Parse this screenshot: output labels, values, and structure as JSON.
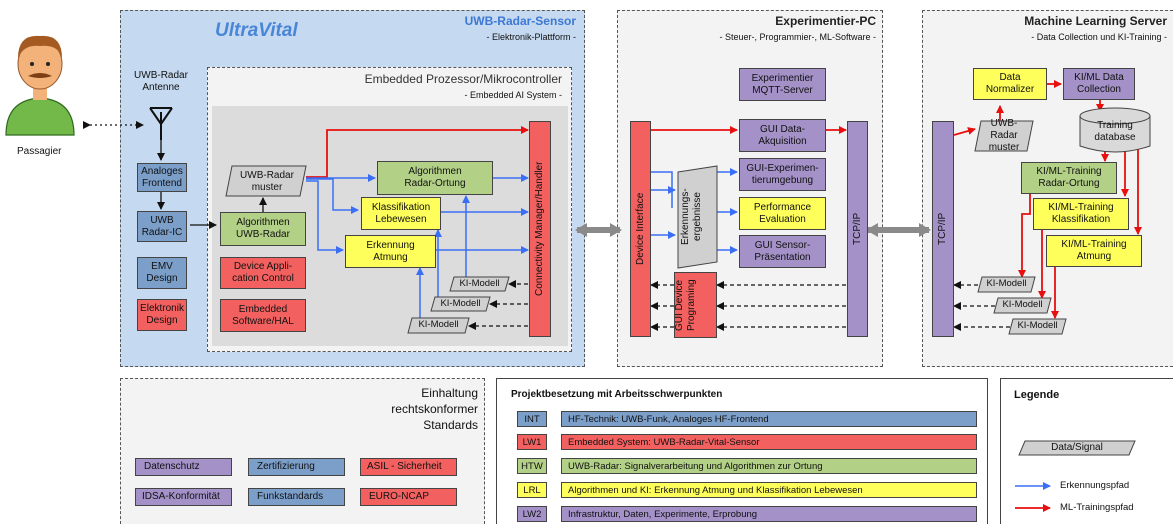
{
  "passenger": {
    "label": "Passagier"
  },
  "sensor": {
    "brand": "UltraVital",
    "title": "UWB-Radar-Sensor",
    "subtitle": "- Elektronik-Plattform -",
    "antenna": "UWB-Radar\nAntenne",
    "analog_frontend": "Analoges\nFrontend",
    "radar_ic": "UWB\nRadar-IC",
    "emv": "EMV\nDesign",
    "elektronik": "Elektronik\nDesign"
  },
  "embedded": {
    "title": "Embedded Prozessor/Mikrocontroller",
    "subtitle": "- Embedded AI System -",
    "radar_pattern": "UWB-Radar\nmuster",
    "alg_uwb": "Algorithmen\nUWB-Radar",
    "device_app": "Device Appli-\ncation Control",
    "embedded_sw": "Embedded\nSoftware/HAL",
    "alg_ortung": "Algorithmen\nRadar-Ortung",
    "klassifikation": "Klassifikation\nLebewesen",
    "erkennung": "Erkennung\nAtmung",
    "ki_model": "KI-Modell",
    "connectivity": "Connectivity Manager/Handler"
  },
  "experiment_pc": {
    "title": "Experimentier-PC",
    "subtitle": "- Steuer-, Programmier-, ML-Software -",
    "mqtt": "Experimentier\nMQTT-Server",
    "gui_acq": "GUI Data-\nAkquisition",
    "gui_env": "GUI-Experimen-\ntierumgebung",
    "performance": "Performance\nEvaluation",
    "gui_sensor": "GUI Sensor-\nPräsentation",
    "device_interface": "Device Interface",
    "results": "Erkennungs-\nergebnisse",
    "gui_device": "GUI Device\nPrograming",
    "tcpip": "TCP/IP"
  },
  "ml_server": {
    "title": "Machine Learning Server",
    "subtitle": "- Data Collection und KI-Training -",
    "normalizer": "Data\nNormalizer",
    "collection": "KI/ML Data\nCollection",
    "training_db": "Training\ndatabase",
    "radar_pattern": "UWB-Radar\nmuster",
    "train_ortung": "KI/ML-Training\nRadar-Ortung",
    "train_klass": "KI/ML-Training\nKlassifikation",
    "train_atmung": "KI/ML-Training\nAtmung",
    "tcpip": "TCP/IP",
    "ki_model": "KI-Modell"
  },
  "standards": {
    "title": "Einhaltung\nrechtskonformer\nStandards",
    "items": [
      "Datenschutz",
      "Zertifizierung",
      "ASIL - Sicherheit",
      "IDSA-Konformität",
      "Funkstandards",
      "EURO-NCAP"
    ]
  },
  "project": {
    "title": "Projektbesetzung mit Arbeitsschwerpunkten",
    "rows": [
      {
        "code": "INT",
        "text": "HF-Technik: UWB-Funk, Analoges HF-Frontend"
      },
      {
        "code": "LW1",
        "text": "Embedded System: UWB-Radar-Vital-Sensor"
      },
      {
        "code": "HTW",
        "text": "UWB-Radar: Signalverarbeitung und Algorithmen zur Ortung"
      },
      {
        "code": "LRL",
        "text": "Algorithmen und KI: Erkennung Atmung und Klassifikation Lebewesen"
      },
      {
        "code": "LW2",
        "text": "Infrastruktur, Daten, Experimente, Erprobung"
      }
    ]
  },
  "legend": {
    "title": "Legende",
    "data_signal": "Data/Signal",
    "detection_path": "Erkennungspfad",
    "training_path": "ML-Trainingspfad"
  },
  "colors": {
    "blue_box": "#7c9fca",
    "red_box": "#f26160",
    "green_box": "#b2d086",
    "yellow_box": "#ffff5c",
    "purple_box": "#a391c8",
    "sensor_bg": "#c5d9f0",
    "detection_arrow": "#3a6ff5",
    "training_arrow": "#e8100f"
  }
}
